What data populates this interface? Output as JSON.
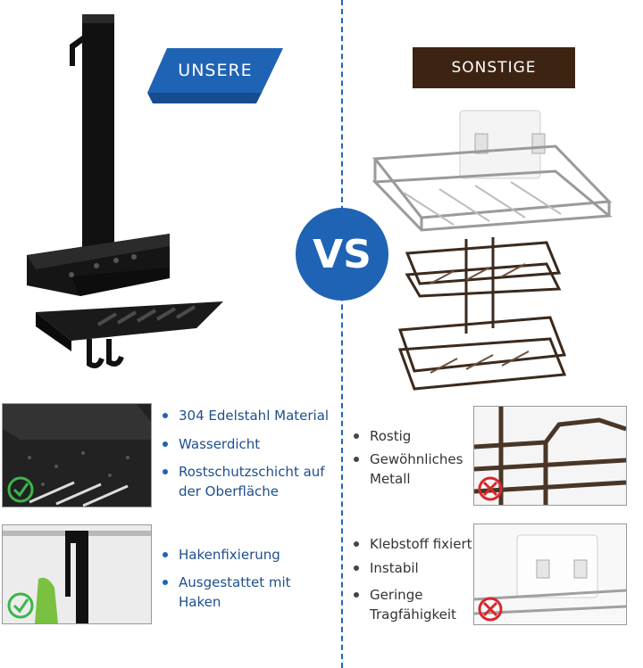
{
  "labels": {
    "ours": "UNSERE",
    "others": "SONSTIGE",
    "vs": "VS"
  },
  "ours_features_1": [
    "304 Edelstahl Material",
    "Wasserdicht",
    "Rostschutzschicht auf der Oberfläche"
  ],
  "ours_features_2": [
    "Hakenfixierung",
    "Ausgestattet mit Haken"
  ],
  "other_features_1": [
    "Rostig",
    "Gewöhnliches Metall"
  ],
  "other_features_2": [
    "Klebstoff fixiert",
    "Instabil",
    "Geringe Tragfähigkeit"
  ],
  "colors": {
    "accent_blue": "#1f63b4",
    "other_brown": "#3d2412",
    "check_green": "#3cb54a",
    "cross_red": "#d9262c"
  }
}
